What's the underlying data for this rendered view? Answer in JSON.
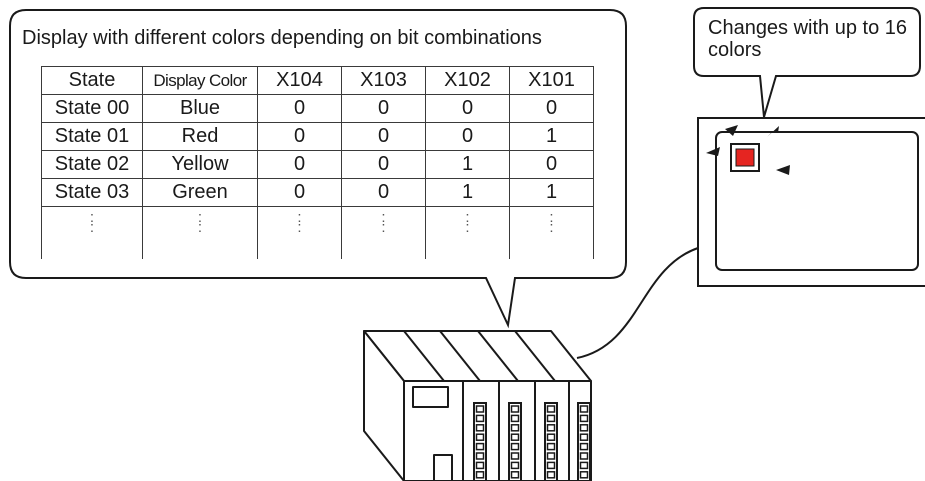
{
  "left_callout": {
    "title": "Display with different colors depending on bit combinations"
  },
  "state_table": {
    "headers": [
      "State",
      "Display Color",
      "X104",
      "X103",
      "X102",
      "X101"
    ],
    "rows": [
      [
        "State 00",
        "Blue",
        "0",
        "0",
        "0",
        "0"
      ],
      [
        "State 01",
        "Red",
        "0",
        "0",
        "0",
        "1"
      ],
      [
        "State 02",
        "Yellow",
        "0",
        "0",
        "1",
        "0"
      ],
      [
        "State 03",
        "Green",
        "0",
        "0",
        "1",
        "1"
      ]
    ],
    "continuation": ":"
  },
  "right_callout": {
    "text": "Changes with up to 16 colors"
  },
  "display_lamp": {
    "current_color": "#e52521"
  },
  "colors": {
    "line": "#1a1a1a",
    "background": "#ffffff"
  }
}
